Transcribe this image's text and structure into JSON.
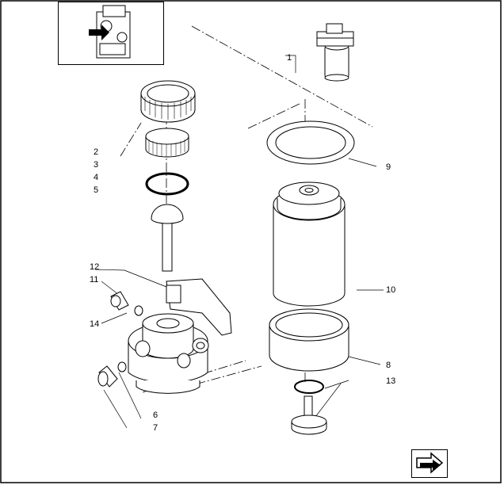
{
  "diagram": {
    "callouts": {
      "c1": "1",
      "c2": "2",
      "c3": "3",
      "c4": "4",
      "c5": "5",
      "c6": "6",
      "c7": "7",
      "c8": "8",
      "c9": "9",
      "c10": "10",
      "c11": "11",
      "c12": "12",
      "c13": "13",
      "c14": "14"
    }
  },
  "icons": {
    "thumbnail": "engine-locator-thumbnail",
    "next": "next-page-arrow-icon"
  }
}
